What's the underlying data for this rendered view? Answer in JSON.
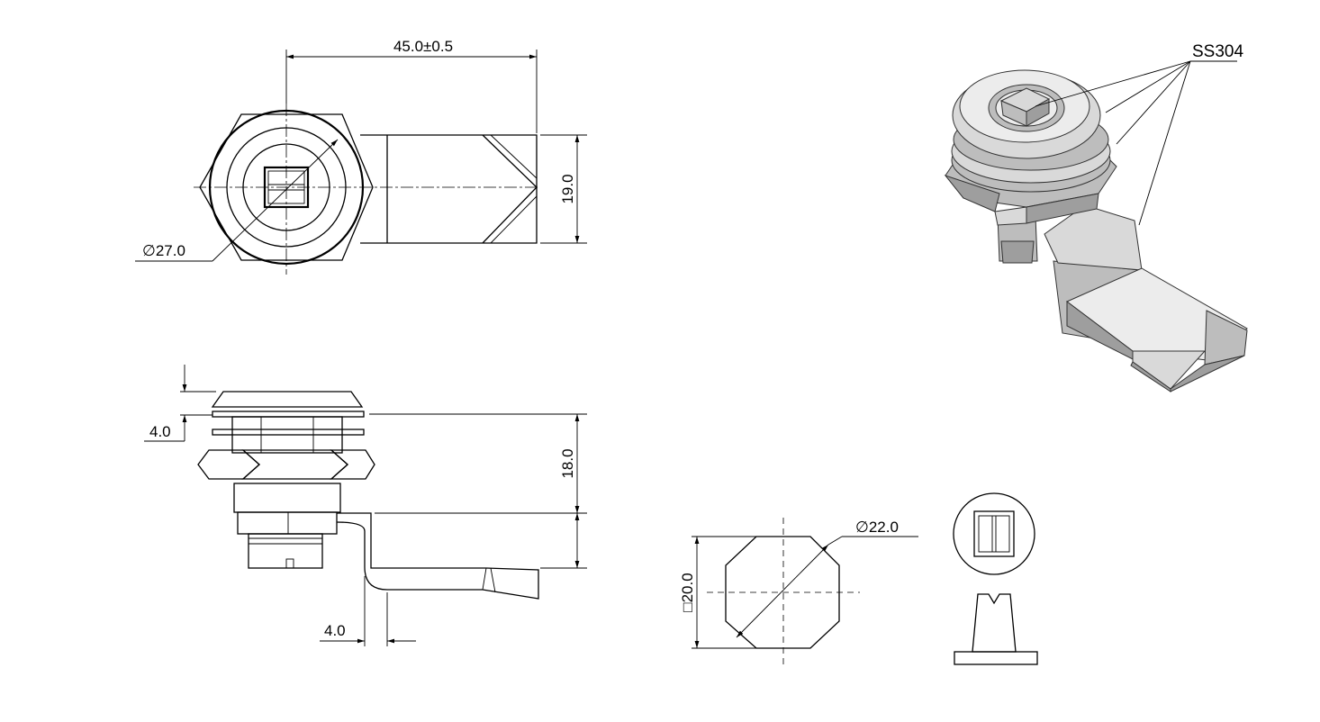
{
  "dimensions": {
    "length": "45.0±0.5",
    "width": "19.0",
    "body_diameter": "27.0",
    "diameter_symbol": "∅",
    "flange_thickness": "4.0",
    "height": "18.0",
    "cam_thickness": "4.0",
    "cutout_diameter": "22.0",
    "cutout_square": "20.0",
    "square_symbol": "□"
  },
  "material_label": "SS304",
  "colors": {
    "line": "#000000",
    "shade_light": "#d9d9d9",
    "shade_mid": "#bdbdbd",
    "shade_dark": "#9e9e9e"
  }
}
